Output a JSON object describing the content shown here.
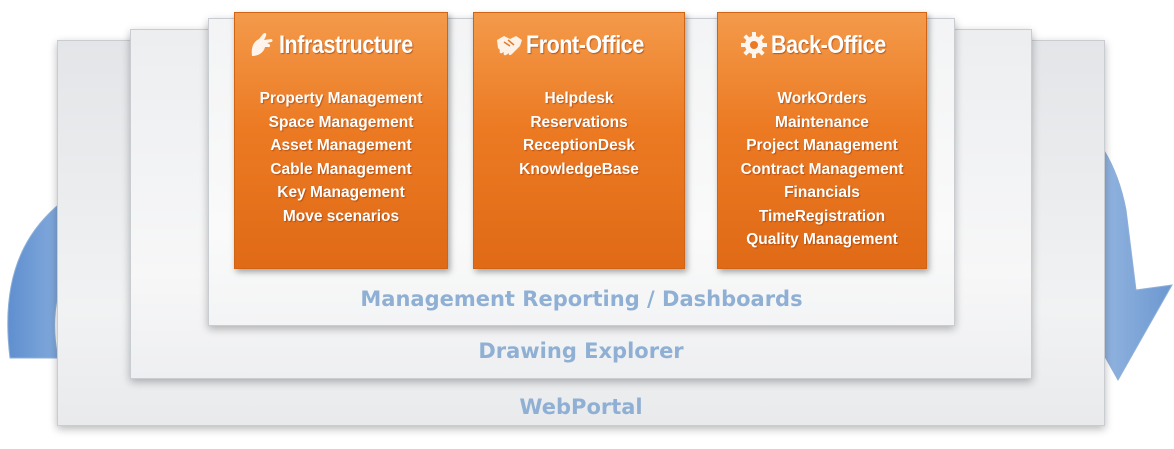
{
  "layers": {
    "webportal": "WebPortal",
    "drawing_explorer": "Drawing Explorer",
    "management": "Management Reporting / Dashboards"
  },
  "modules": [
    {
      "title": "Infrastructure",
      "icon": "hand-icon",
      "items": [
        "Property Management",
        "Space Management",
        "Asset Management",
        "Cable Management",
        "Key Management",
        "Move scenarios"
      ]
    },
    {
      "title": "Front-Office",
      "icon": "handshake-icon",
      "items": [
        "Helpdesk",
        "Reservations",
        "ReceptionDesk",
        "KnowledgeBase"
      ]
    },
    {
      "title": "Back-Office",
      "icon": "gear-icon",
      "items": [
        "WorkOrders",
        "Maintenance",
        "Project Management",
        "Contract Management",
        "Financials",
        "TimeRegistration",
        "Quality Management"
      ]
    }
  ],
  "colors": {
    "box_orange": "#ec7a23",
    "layer_text_blue": "#8fb0d4",
    "arrow_blue": "#7fa6d6"
  }
}
